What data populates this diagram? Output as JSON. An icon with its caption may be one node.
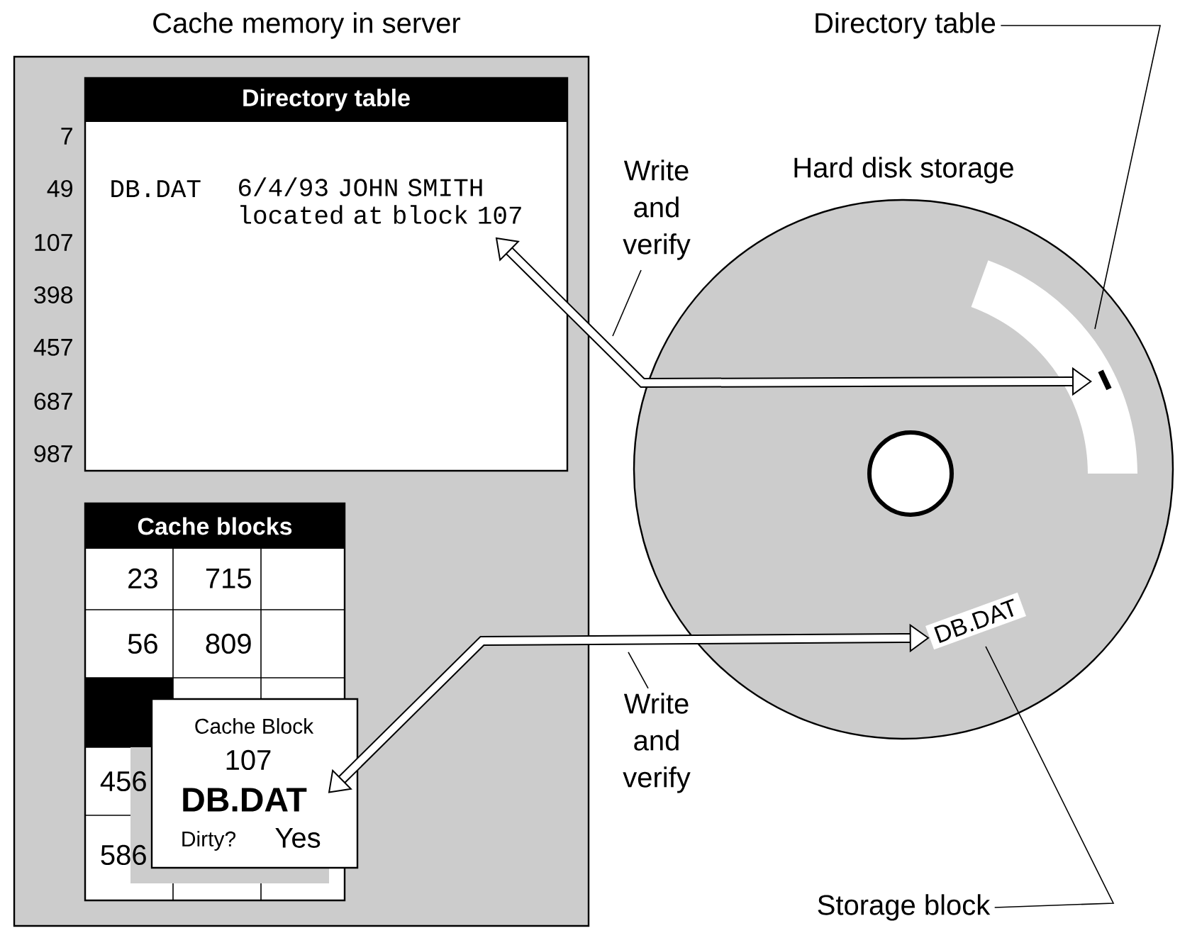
{
  "diagram": {
    "nodes": [
      {
        "text": [
          "Cache memory in server"
        ]
      },
      {
        "text": [
          "Directory table",
          "DB.DAT",
          "6/4/93 JOHN SMITH located at block 107"
        ],
        "beside": [
          "7",
          "49",
          "107",
          "398",
          "457",
          "687",
          "987"
        ],
        "in": 0
      },
      {
        "text": [
          "Cache blocks"
        ],
        "in": 0
      },
      {
        "text": [
          "Cache Block",
          "107",
          "DB.DAT",
          "Dirty?",
          "Yes"
        ],
        "in": 0
      },
      {
        "text": [
          "Hard disk storage"
        ]
      },
      {
        "text": [],
        "shape": "band",
        "in": 4
      },
      {
        "text": [
          "Directory table"
        ]
      },
      {
        "text": [
          "DB.DAT"
        ],
        "in": 4
      },
      {
        "text": [
          "Storage block"
        ]
      },
      {
        "text": [
          "Write and verify"
        ]
      },
      {
        "text": [
          "Write and verify"
        ]
      }
    ],
    "edges": [
      {
        "from": 1,
        "to": 5,
        "arrow": "both",
        "style": "thick"
      },
      {
        "from": 7,
        "to": 3,
        "arrow": "both",
        "style": "thick"
      },
      {
        "from": 6,
        "to": 5,
        "arrow": "none"
      },
      {
        "from": 8,
        "to": 7,
        "arrow": "none"
      },
      {
        "from": 9,
        "to": null,
        "arrow": "none"
      },
      {
        "from": 10,
        "to": null,
        "arrow": "none"
      }
    ],
    "labels": [
      "23",
      "715",
      "56",
      "809",
      "456",
      "586"
    ]
  }
}
